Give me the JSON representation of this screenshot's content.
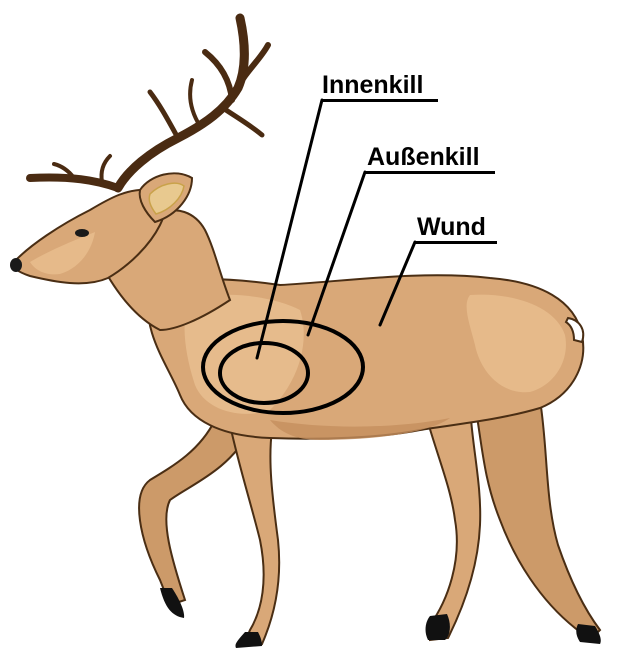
{
  "zones": [
    {
      "id": "inner",
      "label": "Innenkill"
    },
    {
      "id": "outer",
      "label": "Außenkill"
    },
    {
      "id": "wound",
      "label": "Wund"
    }
  ],
  "colors": {
    "body": "#D9A878",
    "body_light": "#E8BE8F",
    "body_shadow": "#C48F5E",
    "outline": "#4A2E14",
    "antler": "#4A2B12",
    "hoof": "#111111",
    "ring": "#000000"
  }
}
